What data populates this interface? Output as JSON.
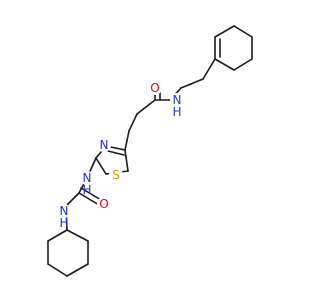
{
  "atoms": {
    "amide_O": {
      "label": "O",
      "color": "#e8001c"
    },
    "amide_NH": {
      "label": "N\nH",
      "color": "#2233dd"
    },
    "thiazole_N": {
      "label": "N",
      "color": "#2233dd"
    },
    "thiazole_S": {
      "label": "S",
      "color": "#c9a400"
    },
    "urea_NH_upper": {
      "label": "N\nH",
      "color": "#2233dd"
    },
    "urea_O": {
      "label": "O",
      "color": "#e8001c"
    },
    "urea_NH_lower": {
      "label": "N\nH",
      "color": "#2233dd"
    }
  },
  "colors": {
    "bond": "#1a1a1a",
    "background": "#ffffff"
  }
}
